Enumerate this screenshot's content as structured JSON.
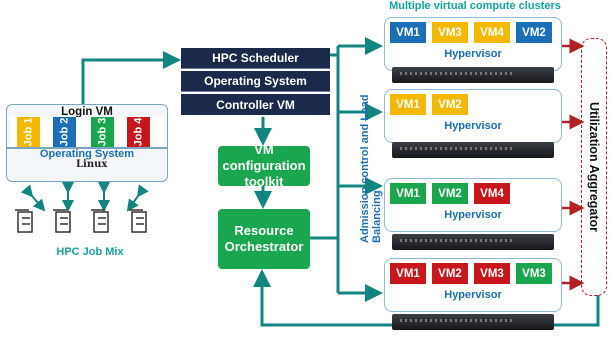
{
  "title": "Multiple virtual compute clusters",
  "login_vm": {
    "label": "Login VM",
    "jobs": [
      "Job 1",
      "Job 2",
      "Job 3",
      "Job 4"
    ],
    "os_label": "Operating System",
    "linux_label": "Linux"
  },
  "job_mix_label": "HPC Job Mix",
  "controller": {
    "scheduler": "HPC Scheduler",
    "os": "Operating System",
    "controller_vm": "Controller VM"
  },
  "vm_toolkit": "VM configuration toolkit",
  "orchestrator": "Resource Orchestrator",
  "admission_label": "Admission control and Load Balancing",
  "aggregator_label": "Utilization Aggregator",
  "clusters": [
    {
      "vms": [
        "VM1",
        "VM3",
        "VM4",
        "VM2"
      ],
      "hypervisor": "Hypervisor"
    },
    {
      "vms": [
        "VM1",
        "VM2"
      ],
      "hypervisor": "Hypervisor"
    },
    {
      "vms": [
        "VM1",
        "VM2",
        "VM4"
      ],
      "hypervisor": "Hypervisor"
    },
    {
      "vms": [
        "VM1",
        "VM2",
        "VM3",
        "VM3"
      ],
      "hypervisor": "Hypervisor"
    }
  ],
  "colors": {
    "navy": "#1b2a4a",
    "green": "#1aa64e",
    "teal_arrow": "#138580",
    "red_arrow": "#b22222",
    "vm_blue": "#1a6fb6",
    "vm_yellow": "#f5b800",
    "vm_green": "#1aa64e",
    "vm_red": "#c8171c"
  }
}
